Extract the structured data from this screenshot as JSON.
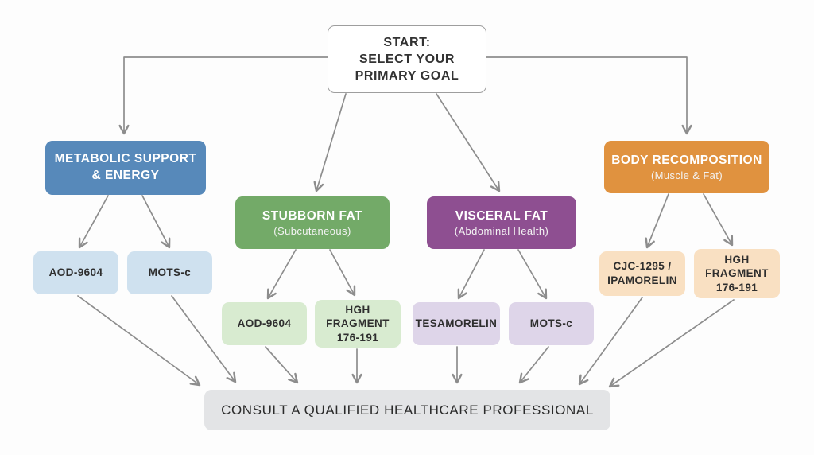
{
  "title": "Peptide selection flowchart",
  "start": {
    "label": "START:\nSELECT YOUR\nPRIMARY GOAL"
  },
  "categories": [
    {
      "title": "METABOLIC SUPPORT\n& ENERGY",
      "subtitle": "",
      "color": "#5789ba",
      "leaf_color": "#cfe1ef",
      "children": [
        {
          "label": "AOD-9604"
        },
        {
          "label": "MOTS-c"
        }
      ]
    },
    {
      "title": "STUBBORN FAT",
      "subtitle": "(Subcutaneous)",
      "color": "#73aa68",
      "leaf_color": "#d8ebd0",
      "children": [
        {
          "label": "AOD-9604"
        },
        {
          "label": "HGH\nFRAGMENT\n176-191"
        }
      ]
    },
    {
      "title": "VISCERAL FAT",
      "subtitle": "(Abdominal Health)",
      "color": "#8e4f91",
      "leaf_color": "#ded5e9",
      "children": [
        {
          "label": "TESAMORELIN"
        },
        {
          "label": "MOTS-c"
        }
      ]
    },
    {
      "title": "BODY RECOMPOSITION",
      "subtitle": "(Muscle & Fat)",
      "color": "#e0923f",
      "leaf_color": "#f9e0c2",
      "children": [
        {
          "label": "CJC-1295 /\nIPAMORELIN"
        },
        {
          "label": "HGH\nFRAGMENT\n176-191"
        }
      ]
    }
  ],
  "consult": {
    "label": "CONSULT A QUALIFIED HEALTHCARE PROFESSIONAL"
  },
  "palette": {
    "background": "#fdfdfd",
    "start_border": "#9e9e9e",
    "arrow": "#8d8d8d",
    "consult_bg": "#e3e4e6",
    "text_dark": "#2d2d2d"
  }
}
